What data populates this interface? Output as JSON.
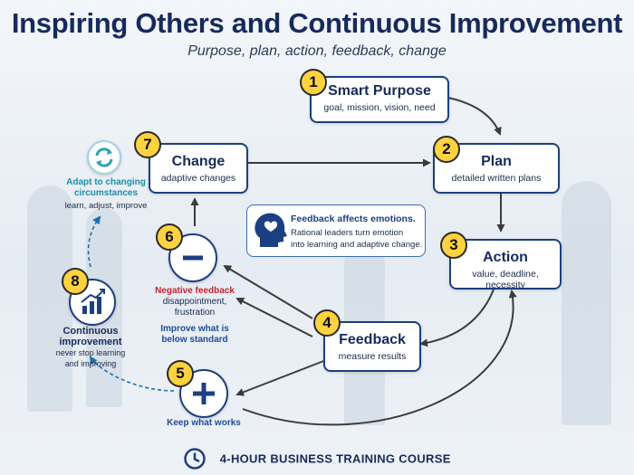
{
  "header": {
    "title": "Inspiring Others and Continuous Improvement",
    "subtitle": "Purpose, plan, action, feedback, change"
  },
  "steps": [
    {
      "number": "1",
      "title": "Smart Purpose",
      "subtitle": "goal, mission, vision, need"
    },
    {
      "number": "2",
      "title": "Plan",
      "subtitle": "detailed written plans"
    },
    {
      "number": "3",
      "title": "Action",
      "subtitle": "value, deadline, necessity"
    },
    {
      "number": "4",
      "title": "Feedback",
      "subtitle": "measure results"
    },
    {
      "number": "5",
      "label": "Keep what works"
    },
    {
      "number": "6",
      "title": "Negative feedback",
      "lines": [
        "disappointment,",
        "frustration"
      ],
      "note": [
        "Improve what is",
        "below standard"
      ]
    },
    {
      "number": "7",
      "title": "Change",
      "subtitle": "adaptive changes"
    },
    {
      "number": "8",
      "title": [
        "Continuous",
        "improvement"
      ],
      "lines": [
        "never stop learning",
        "and improving"
      ]
    }
  ],
  "adapt": {
    "title": [
      "Adapt to changing",
      "circumstances"
    ],
    "subtitle": "learn, adjust, improve"
  },
  "emotions": {
    "title": "Feedback affects emotions.",
    "lines": [
      "Rational leaders turn emotion",
      "into learning and adaptive change."
    ]
  },
  "footer": {
    "label": "4-HOUR BUSINESS TRAINING COURSE"
  },
  "colors": {
    "navy": "#172a5c",
    "badge": "#ffd23f",
    "teal": "#1a8fa8",
    "red": "#c8232c",
    "blue": "#1c4c9c"
  },
  "icons": [
    "refresh-icon",
    "head-heart-icon",
    "minus-icon",
    "plus-icon",
    "growth-chart-icon",
    "clock-icon"
  ]
}
